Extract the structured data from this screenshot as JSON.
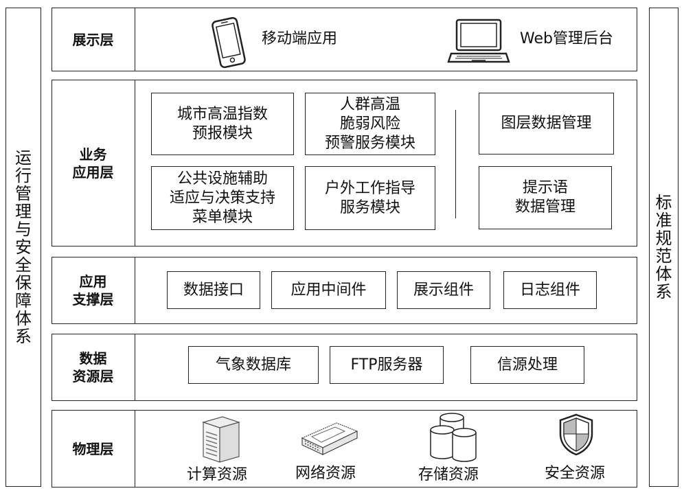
{
  "left_system": "运行管理与安全保障体系",
  "right_system": "标准规范体系",
  "layers": {
    "presentation": {
      "label": "展示层",
      "items": [
        {
          "label": "移动端应用",
          "icon": "mobile-phone-icon"
        },
        {
          "label": "Web管理后台",
          "icon": "laptop-icon"
        }
      ]
    },
    "business": {
      "label": "业务\n应用层",
      "modules": [
        "城市高温指数\n预报模块",
        "人群高温\n脆弱风险\n预警服务模块",
        "公共设施辅助\n适应与决策支持\n菜单模块",
        "户外工作指导\n服务模块",
        "图层数据管理",
        "提示语\n数据管理"
      ]
    },
    "support": {
      "label": "应用\n支撑层",
      "items": [
        "数据接口",
        "应用中间件",
        "展示组件",
        "日志组件"
      ]
    },
    "data": {
      "label": "数据\n资源层",
      "items": [
        "气象数据库",
        "FTP服务器",
        "信源处理"
      ]
    },
    "physical": {
      "label": "物理层",
      "items": [
        {
          "label": "计算资源",
          "icon": "server-icon"
        },
        {
          "label": "网络资源",
          "icon": "network-switch-icon"
        },
        {
          "label": "存储资源",
          "icon": "database-icon"
        },
        {
          "label": "安全资源",
          "icon": "shield-icon"
        }
      ]
    }
  }
}
